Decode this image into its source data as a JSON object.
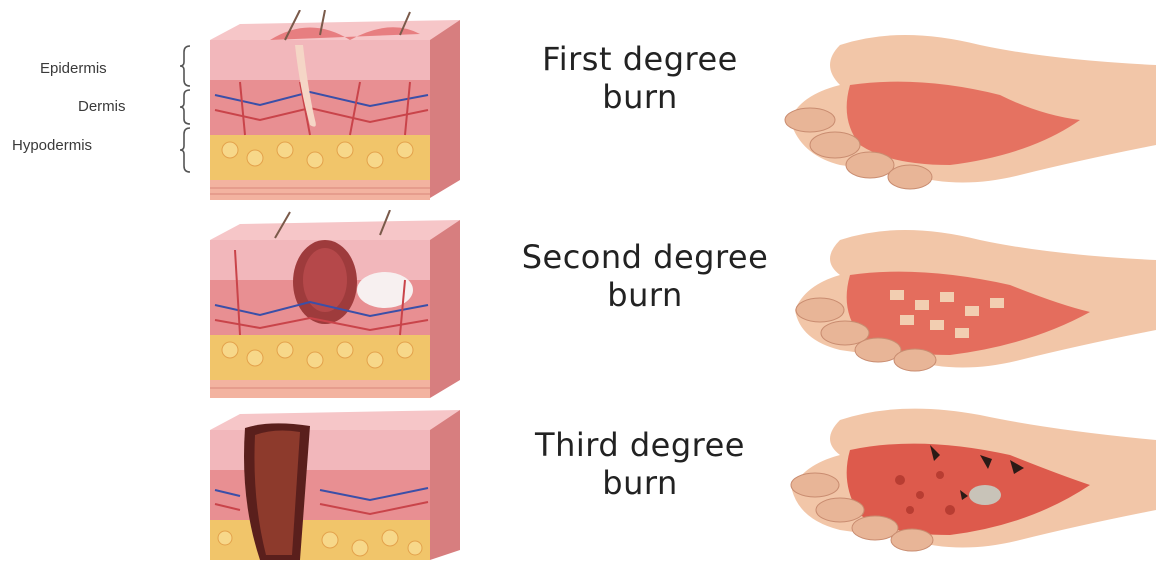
{
  "layers": {
    "epidermis": "Epidermis",
    "dermis": "Dermis",
    "hypodermis": "Hypodermis"
  },
  "burns": [
    {
      "title_line1": "First degree",
      "title_line2": "burn"
    },
    {
      "title_line1": "Second degree",
      "title_line2": "burn"
    },
    {
      "title_line1": "Third degree",
      "title_line2": "burn"
    }
  ],
  "colors": {
    "skin_pink": "#e9a2a4",
    "dermis_red": "#c9444a",
    "fat_yellow": "#f1c56a",
    "vessel_blue": "#3b4fa8",
    "hand_skin": "#f2c6a8",
    "burn_red": "#e0564a",
    "char_black": "#2b1a16"
  }
}
